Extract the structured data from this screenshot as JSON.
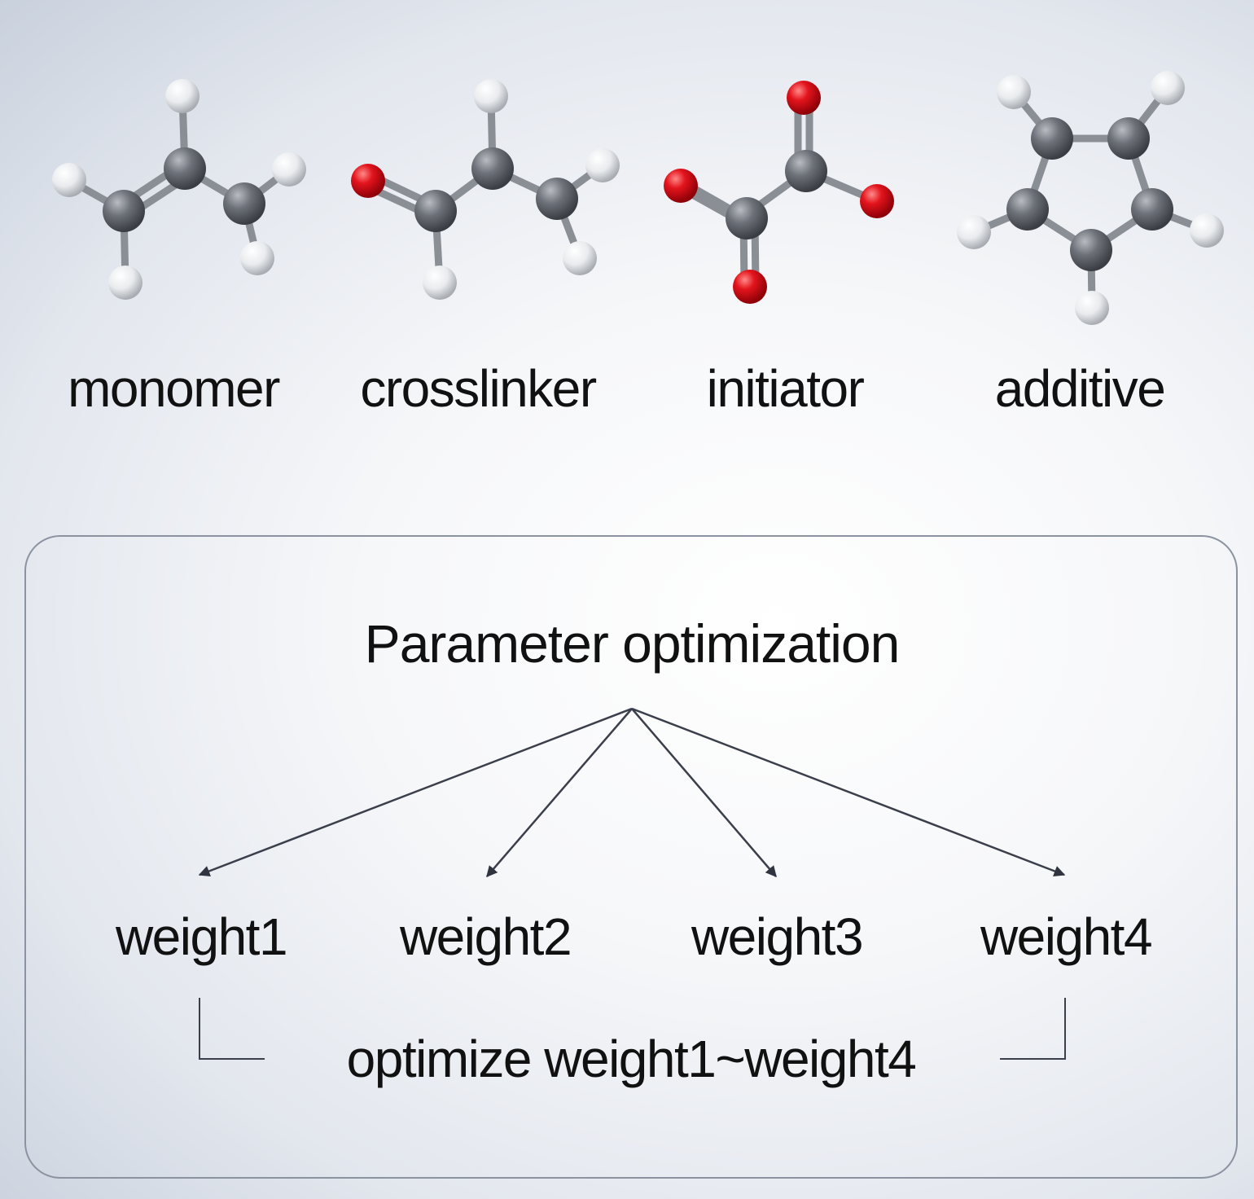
{
  "molecules": [
    {
      "label": "monomer"
    },
    {
      "label": "crosslinker"
    },
    {
      "label": "initiator"
    },
    {
      "label": "additive"
    }
  ],
  "optimization": {
    "title": "Parameter optimization",
    "weights": [
      "weight1",
      "weight2",
      "weight3",
      "weight4"
    ],
    "summary": "optimize weight1~weight4"
  },
  "colors": {
    "carbon": "#5c6068",
    "hydrogen": "#eceef0",
    "oxygen": "#d4101a",
    "bond": "#8a8e95",
    "line": "#3a3f4b",
    "frame": "#8b93a1"
  }
}
